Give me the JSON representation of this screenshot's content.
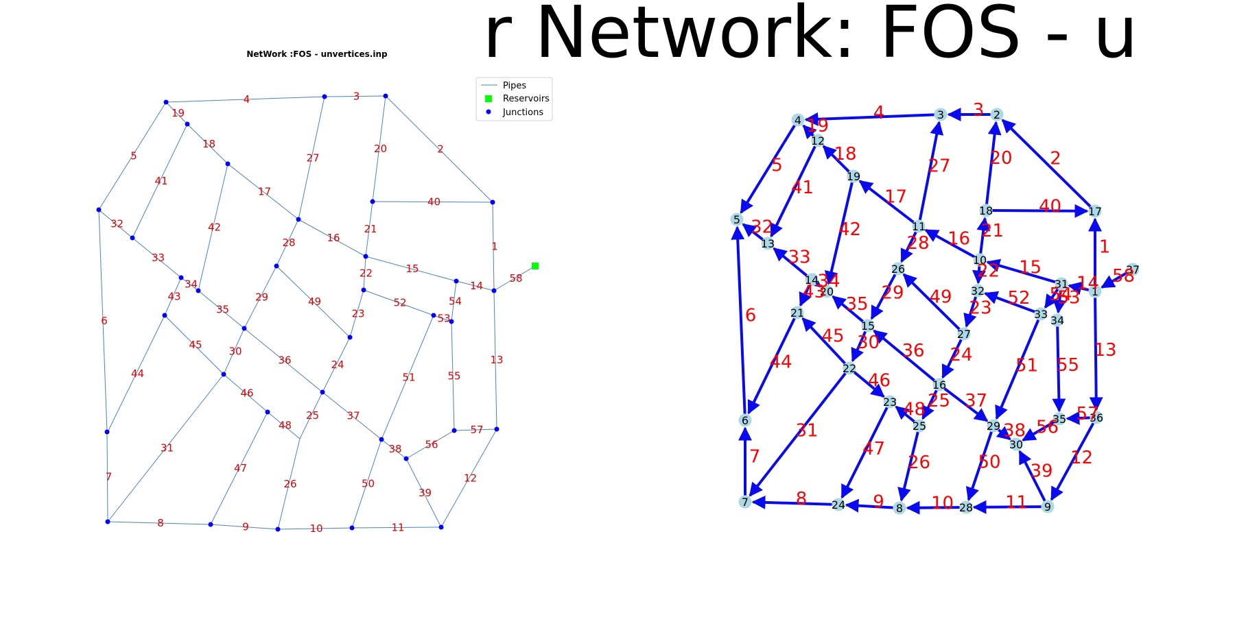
{
  "left_panel": {
    "title": "NetWork :FOS - unvertices.inp",
    "legend": {
      "pipes": "Pipes",
      "reservoirs": "Reservoirs",
      "junctions": "Junctions"
    },
    "colors": {
      "pipe": "#4f81bd",
      "junction": "#0000ff",
      "reservoir": "#00ff00",
      "label": "#e00000"
    },
    "pipes": [
      {
        "id": "1",
        "label": "1"
      },
      {
        "id": "2",
        "label": "2"
      },
      {
        "id": "3",
        "label": "3"
      },
      {
        "id": "4",
        "label": "4"
      },
      {
        "id": "5",
        "label": "5"
      },
      {
        "id": "6",
        "label": "6"
      },
      {
        "id": "7",
        "label": "7"
      },
      {
        "id": "8",
        "label": "8"
      },
      {
        "id": "9",
        "label": "9"
      },
      {
        "id": "10",
        "label": "10"
      },
      {
        "id": "11",
        "label": "11"
      },
      {
        "id": "12",
        "label": "12"
      },
      {
        "id": "13",
        "label": "13"
      },
      {
        "id": "14",
        "label": "14"
      },
      {
        "id": "15",
        "label": "15"
      },
      {
        "id": "16",
        "label": "16"
      },
      {
        "id": "17",
        "label": "17"
      },
      {
        "id": "18",
        "label": "18"
      },
      {
        "id": "19",
        "label": "19"
      },
      {
        "id": "20",
        "label": "20"
      },
      {
        "id": "21",
        "label": "21"
      },
      {
        "id": "22",
        "label": "22"
      },
      {
        "id": "23",
        "label": "23"
      },
      {
        "id": "24",
        "label": "24"
      },
      {
        "id": "25",
        "label": "25"
      },
      {
        "id": "26",
        "label": "26"
      },
      {
        "id": "27",
        "label": "27"
      },
      {
        "id": "28",
        "label": "28"
      },
      {
        "id": "29",
        "label": "29"
      },
      {
        "id": "30",
        "label": "30"
      },
      {
        "id": "31",
        "label": "31"
      },
      {
        "id": "32",
        "label": "32"
      },
      {
        "id": "33",
        "label": "33"
      },
      {
        "id": "34",
        "label": "34"
      },
      {
        "id": "35",
        "label": "35"
      },
      {
        "id": "36",
        "label": "36"
      },
      {
        "id": "37",
        "label": "37"
      },
      {
        "id": "38",
        "label": "38"
      },
      {
        "id": "39",
        "label": "39"
      },
      {
        "id": "40",
        "label": "40"
      },
      {
        "id": "41",
        "label": "41"
      },
      {
        "id": "42",
        "label": "42"
      },
      {
        "id": "43",
        "label": "43"
      },
      {
        "id": "44",
        "label": "44"
      },
      {
        "id": "45",
        "label": "45"
      },
      {
        "id": "46",
        "label": "46"
      },
      {
        "id": "47",
        "label": "47"
      },
      {
        "id": "48",
        "label": "48"
      },
      {
        "id": "49",
        "label": "49"
      },
      {
        "id": "50",
        "label": "50"
      },
      {
        "id": "51",
        "label": "51"
      },
      {
        "id": "52",
        "label": "52"
      },
      {
        "id": "53",
        "label": "53"
      },
      {
        "id": "54",
        "label": "54"
      },
      {
        "id": "55",
        "label": "55"
      },
      {
        "id": "56",
        "label": "56"
      },
      {
        "id": "57",
        "label": "57"
      },
      {
        "id": "58",
        "label": "58"
      }
    ]
  },
  "right_panel": {
    "title": "r Network: FOS - u",
    "colors": {
      "edge": "#0a0aee",
      "node": "#add8e6",
      "edge_label": "#ff0000",
      "node_label": "#000000"
    },
    "nodes": [
      "1",
      "2",
      "3",
      "4",
      "5",
      "6",
      "7",
      "8",
      "9",
      "10",
      "11",
      "12",
      "13",
      "14",
      "15",
      "16",
      "17",
      "18",
      "19",
      "20",
      "21",
      "22",
      "23",
      "24",
      "25",
      "26",
      "27",
      "28",
      "29",
      "30",
      "31",
      "32",
      "33",
      "34",
      "35",
      "36",
      "37"
    ],
    "edges": [
      {
        "id": "1",
        "from": "1",
        "to": "17"
      },
      {
        "id": "2",
        "from": "17",
        "to": "2"
      },
      {
        "id": "3",
        "from": "2",
        "to": "3"
      },
      {
        "id": "4",
        "from": "3",
        "to": "4"
      },
      {
        "id": "5",
        "from": "4",
        "to": "5"
      },
      {
        "id": "6",
        "from": "6",
        "to": "5"
      },
      {
        "id": "7",
        "from": "7",
        "to": "6"
      },
      {
        "id": "8",
        "from": "24",
        "to": "7"
      },
      {
        "id": "9",
        "from": "8",
        "to": "24"
      },
      {
        "id": "10",
        "from": "28",
        "to": "8"
      },
      {
        "id": "11",
        "from": "9",
        "to": "28"
      },
      {
        "id": "12",
        "from": "36",
        "to": "9"
      },
      {
        "id": "13",
        "from": "1",
        "to": "36"
      },
      {
        "id": "14",
        "from": "1",
        "to": "31"
      },
      {
        "id": "15",
        "from": "31",
        "to": "10"
      },
      {
        "id": "16",
        "from": "10",
        "to": "11"
      },
      {
        "id": "17",
        "from": "11",
        "to": "19"
      },
      {
        "id": "18",
        "from": "19",
        "to": "12"
      },
      {
        "id": "19",
        "from": "12",
        "to": "4"
      },
      {
        "id": "20",
        "from": "18",
        "to": "2"
      },
      {
        "id": "21",
        "from": "10",
        "to": "18"
      },
      {
        "id": "22",
        "from": "10",
        "to": "32"
      },
      {
        "id": "23",
        "from": "32",
        "to": "27"
      },
      {
        "id": "24",
        "from": "27",
        "to": "16"
      },
      {
        "id": "25",
        "from": "16",
        "to": "25"
      },
      {
        "id": "26",
        "from": "25",
        "to": "8"
      },
      {
        "id": "27",
        "from": "11",
        "to": "3"
      },
      {
        "id": "28",
        "from": "11",
        "to": "26"
      },
      {
        "id": "29",
        "from": "26",
        "to": "15"
      },
      {
        "id": "30",
        "from": "15",
        "to": "22"
      },
      {
        "id": "31",
        "from": "22",
        "to": "7"
      },
      {
        "id": "32",
        "from": "13",
        "to": "5"
      },
      {
        "id": "33",
        "from": "14",
        "to": "13"
      },
      {
        "id": "34",
        "from": "14",
        "to": "20"
      },
      {
        "id": "35",
        "from": "15",
        "to": "20"
      },
      {
        "id": "36",
        "from": "16",
        "to": "15"
      },
      {
        "id": "37",
        "from": "16",
        "to": "29"
      },
      {
        "id": "38",
        "from": "29",
        "to": "30"
      },
      {
        "id": "39",
        "from": "9",
        "to": "30"
      },
      {
        "id": "40",
        "from": "18",
        "to": "17"
      },
      {
        "id": "41",
        "from": "12",
        "to": "13"
      },
      {
        "id": "42",
        "from": "19",
        "to": "20"
      },
      {
        "id": "43",
        "from": "14",
        "to": "21"
      },
      {
        "id": "44",
        "from": "21",
        "to": "6"
      },
      {
        "id": "45",
        "from": "22",
        "to": "21"
      },
      {
        "id": "46",
        "from": "22",
        "to": "23"
      },
      {
        "id": "47",
        "from": "23",
        "to": "24"
      },
      {
        "id": "48",
        "from": "25",
        "to": "23"
      },
      {
        "id": "49",
        "from": "27",
        "to": "26"
      },
      {
        "id": "50",
        "from": "29",
        "to": "28"
      },
      {
        "id": "51",
        "from": "33",
        "to": "29"
      },
      {
        "id": "52",
        "from": "33",
        "to": "32"
      },
      {
        "id": "53",
        "from": "31",
        "to": "34"
      },
      {
        "id": "54",
        "from": "31",
        "to": "33"
      },
      {
        "id": "55",
        "from": "34",
        "to": "35"
      },
      {
        "id": "56",
        "from": "35",
        "to": "30"
      },
      {
        "id": "57",
        "from": "36",
        "to": "35"
      },
      {
        "id": "58",
        "from": "37",
        "to": "1"
      }
    ]
  }
}
